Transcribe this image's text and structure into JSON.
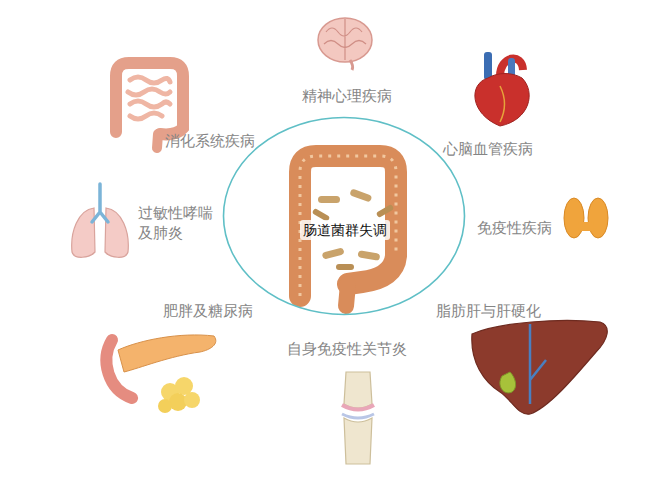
{
  "diagram": {
    "nodes": [
      {
        "text": [
          "肠道菌群失调"
        ]
      }
    ],
    "labels": [
      "精神心理疾病",
      "消化系统疾病",
      "心脑血管疾病",
      "过敏性哮喘 及肺炎",
      "免疫性疾病",
      "肥胖及糖尿病",
      "脂肪肝与肝硬化",
      "自身免疫性关节炎"
    ]
  }
}
